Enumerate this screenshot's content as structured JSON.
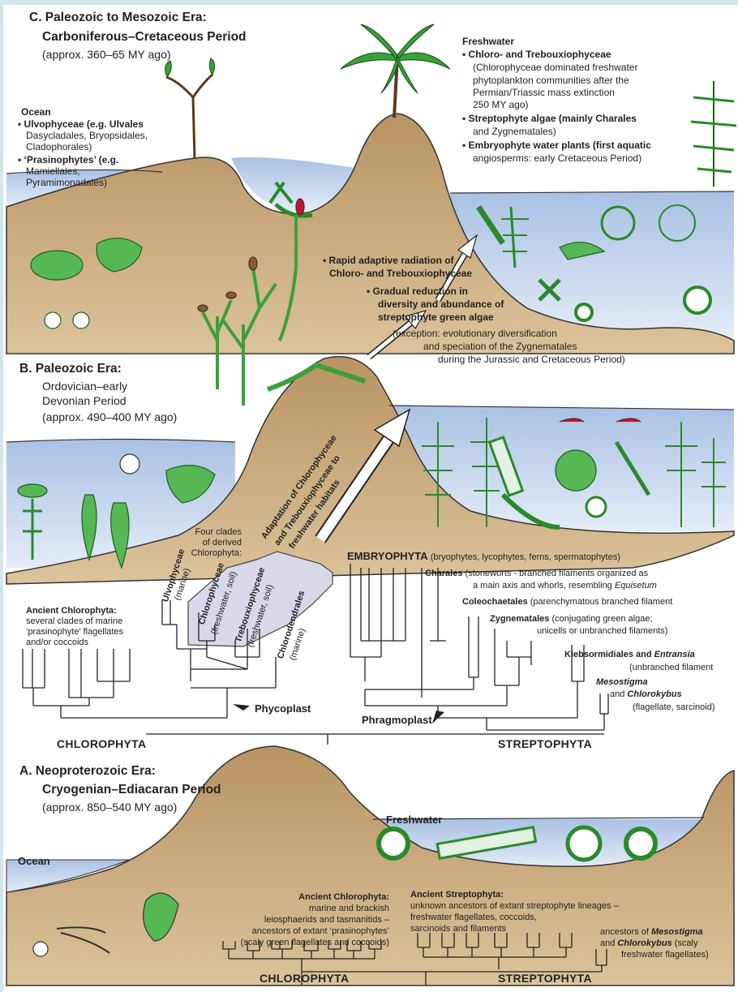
{
  "panel_c": {
    "title_1": "C. Paleozoic to Mesozoic Era:",
    "title_2": "Carboniferous–Cretaceous Period",
    "date": "(approx. 360–65 MY ago)",
    "ocean": {
      "heading": "Ocean",
      "l1": "• Ulvophyceae (e.g. Ulvales",
      "l2": "Dasycladales, Bryopsidales,",
      "l3": "Cladophorales)",
      "l4": "• ‘Prasinophytes’ (e.g.",
      "l5": "Mamiellales,",
      "l6": "Pyramimonadales)"
    },
    "freshwater": {
      "heading": "Freshwater",
      "l1": "• Chloro- and Trebouxiophyceae",
      "l2": "(Chlorophyceae dominated freshwater",
      "l3": "phytoplankton communities after the",
      "l4": "Permian/Triassic mass extinction",
      "l5": "250 MY ago)",
      "l6": "• Streptophyte algae (mainly Charales",
      "l7": "and Zygnematales)",
      "l8": "• Embryophyte water plants (first aquatic",
      "l9": "angiosperms: early Cretaceous Period)"
    },
    "rapid_1": "• Rapid adaptive radiation of",
    "rapid_2": "Chloro- and Trebouxiophyceae",
    "gradual_1": "• Gradual reduction in",
    "gradual_2": "diversity and abundance of",
    "gradual_3": "streptophyte green algae",
    "exception_1": "(exception: evolutionary diversification",
    "exception_2": "and speciation of the Zygnematales",
    "exception_3": "during the Jurassic and Cretaceous Period)"
  },
  "panel_b": {
    "title_1": "B. Paleozoic Era:",
    "title_2": "Ordovician–early",
    "title_3": "Devonian Period",
    "date": "(approx. 490–400 MY ago)",
    "adaptation_1": "Adaptation of Chlorophyceae",
    "adaptation_2": "and Trebouxiophyceae to",
    "adaptation_3": "freshwater habitats",
    "four_clades_1": "Four clades",
    "four_clades_2": "of derived",
    "four_clades_3": "Chlorophyta:",
    "ancient_chloro_1": "Ancient Chlorophyta:",
    "ancient_chloro_2": "several clades of marine",
    "ancient_chloro_3": "‘prasinophyte’ flagellates",
    "ancient_chloro_4": "and/or coccoids",
    "clade_ulvo": "Ulvophyceae",
    "clade_ulvo_hab": "(marine)",
    "clade_chloro": "Chlorophyceae",
    "clade_chloro_hab": "(freshwater, soil)",
    "clade_treb": "Trebouxiophyceae",
    "clade_treb_hab": "(freshwater, soil)",
    "clade_chlorod": "Chlorodendrales",
    "clade_chlorod_hab": "(marine)",
    "phycoplast": "Phycoplast",
    "phragmoplast": "Phragmoplast",
    "embryophyta_name": "EMBRYOPHYTA",
    "embryophyta_desc": "(bryophytes, lycophytes, ferns, spermatophytes)",
    "charales_name": "Charales",
    "charales_desc": "(stoneworts - branched filaments organized as",
    "charales_desc2": "a main axis and whorls, resembling",
    "charales_equisetum": "Equisetum",
    "coleo_name": "Coleochaetales",
    "coleo_desc": "(parenchymatous branched filament",
    "zygn_name": "Zygnematales",
    "zygn_desc": "(conjugating green algae;",
    "zygn_desc2": "unicells or unbranched filaments)",
    "klebs_name": "Klebsormidiales and",
    "klebs_entransia": "Entransia",
    "klebs_desc": "(unbranched filament",
    "meso_name": "Mesostigma",
    "meso_and": "and",
    "meso_chloro": "Chlorokybus",
    "meso_desc": "(flagellate, sarcinoid)",
    "chlorophyta": "CHLOROPHYTA",
    "streptophyta": "STREPTOPHYTA"
  },
  "panel_a": {
    "title_1": "A. Neoproterozoic Era:",
    "title_2": "Cryogenian–Ediacaran Period",
    "date": "(approx. 850–540 MY ago)",
    "ocean": "Ocean",
    "freshwater": "Freshwater",
    "ancient_chloro_1": "Ancient Chlorophyta:",
    "ancient_chloro_2": "marine and brackish",
    "ancient_chloro_3": "leiosphaerids and tasmanitids –",
    "ancient_chloro_4": "ancestors of extant ‘prasinophytes’",
    "ancient_chloro_5": "(scaly green flagellates and coccoids)",
    "ancient_strepto_1": "Ancient Streptophyta:",
    "ancient_strepto_2": "unknown ancestors of extant streptophyte lineages –",
    "ancient_strepto_3": "freshwater flagellates, coccoids,",
    "ancient_strepto_4": "sarcinoids and filaments",
    "meso_1": "ancestors of",
    "meso_2": "Mesostigma",
    "meso_3": "and",
    "meso_4": "Chlorokybus",
    "meso_5": "(scaly",
    "meso_6": "freshwater flagellates)",
    "chlorophyta": "CHLOROPHYTA",
    "streptophyta": "STREPTOPHYTA"
  },
  "colors": {
    "frame": "#d3e5ef",
    "sediment": "#c9a877",
    "water": "#b3c8e6",
    "alga_green": "#3aa13a",
    "clade_highlight": "#d8d8ea"
  }
}
